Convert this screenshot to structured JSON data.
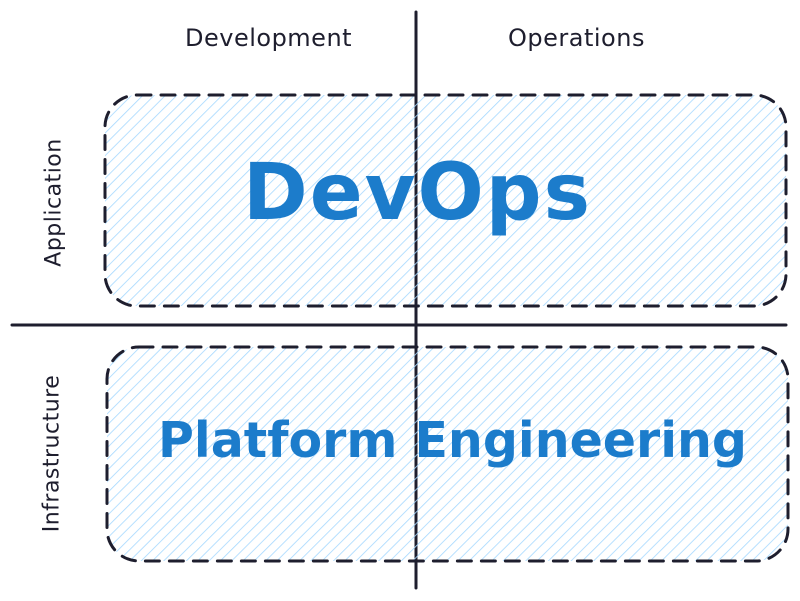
{
  "diagram": {
    "type": "quadrant",
    "columns": [
      {
        "label": "Development"
      },
      {
        "label": "Operations"
      }
    ],
    "rows": [
      {
        "label": "Application"
      },
      {
        "label": "Infrastructure"
      }
    ],
    "regions": [
      {
        "label": "DevOps",
        "row": "Application",
        "spans_columns": [
          "Development",
          "Operations"
        ]
      },
      {
        "label": "Platform Engineering",
        "row": "Infrastructure",
        "spans_columns": [
          "Development",
          "Operations"
        ]
      }
    ],
    "colors": {
      "axis": "#1e1e2e",
      "region_text": "#1c7ccb",
      "hachure": "#a5d8ff",
      "border": "#1e1e2e",
      "background": "#ffffff"
    }
  }
}
